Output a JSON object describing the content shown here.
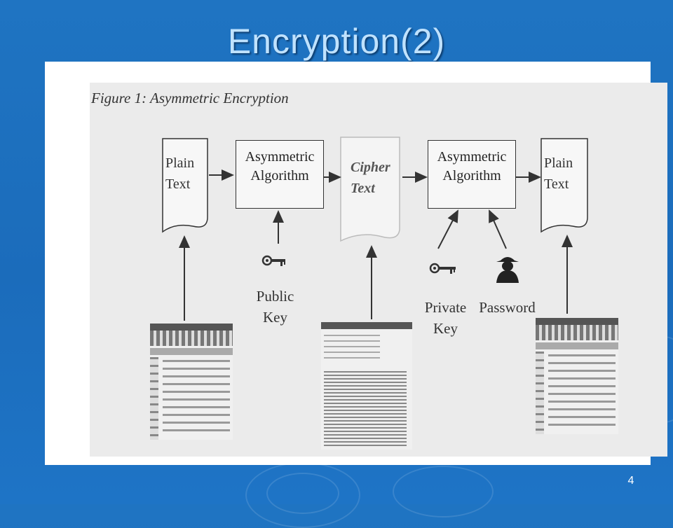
{
  "slide": {
    "title": "Encryption(2)",
    "page_number": "4"
  },
  "figure": {
    "caption": "Figure 1:  Asymmetric Encryption",
    "plain_text_left": [
      "Plain",
      "Text"
    ],
    "algorithm_left": [
      "Asymmetric",
      "Algorithm"
    ],
    "cipher_text": [
      "Cipher",
      "Text"
    ],
    "algorithm_right": [
      "Asymmetric",
      "Algorithm"
    ],
    "plain_text_right": [
      "Plain",
      "Text"
    ],
    "public_key": [
      "Public",
      "Key"
    ],
    "private_key": [
      "Private",
      "Key"
    ],
    "password": "Password",
    "icons": {
      "public_key": "key-icon",
      "private_key": "key-icon",
      "password": "spy-icon"
    }
  }
}
